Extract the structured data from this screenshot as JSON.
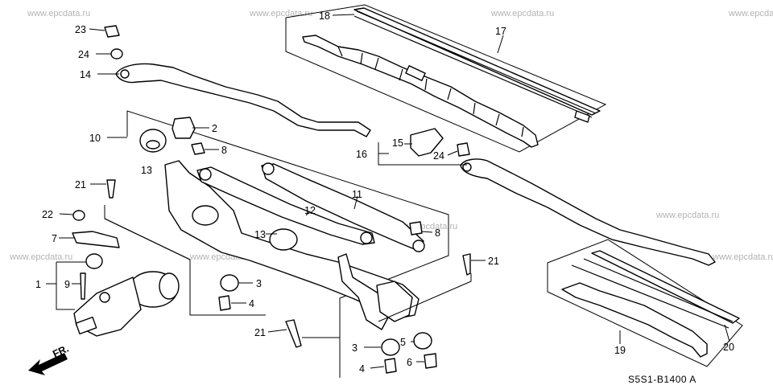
{
  "watermark": "www.epcdata.ru",
  "diagram_code": "S5S1-B1400 A",
  "direction_label": "FR.",
  "callouts": {
    "c1": "1",
    "c2": "2",
    "c3a": "3",
    "c3b": "3",
    "c4a": "4",
    "c4b": "4",
    "c5": "5",
    "c6": "6",
    "c7": "7",
    "c8a": "8",
    "c8b": "8",
    "c9": "9",
    "c10": "10",
    "c11": "11",
    "c12": "12",
    "c13a": "13",
    "c13b": "13",
    "c14": "14",
    "c15": "15",
    "c16": "16",
    "c17": "17",
    "c18": "18",
    "c19": "19",
    "c20": "20",
    "c21a": "21",
    "c21b": "21",
    "c21c": "21",
    "c22": "22",
    "c23": "23",
    "c24a": "24",
    "c24b": "24"
  }
}
